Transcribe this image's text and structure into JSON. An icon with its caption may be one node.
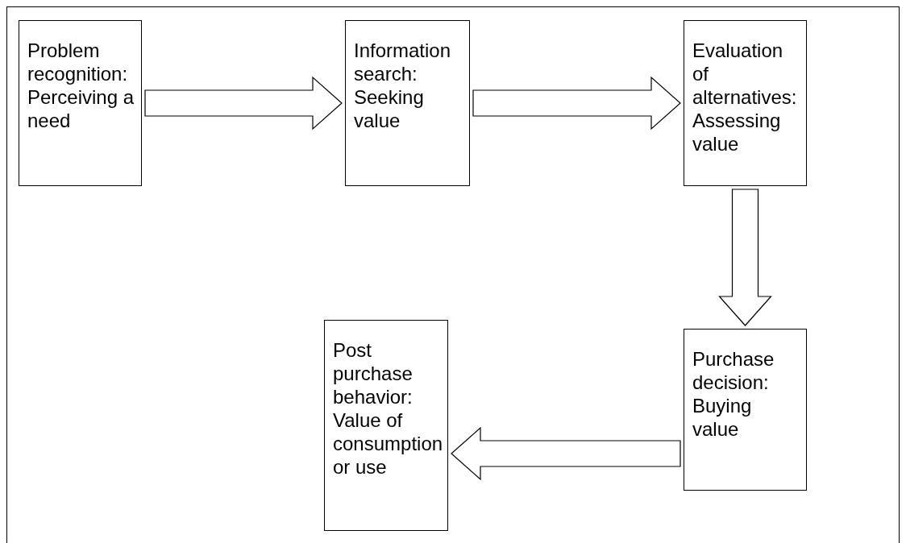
{
  "diagram": {
    "nodes": [
      {
        "text": [
          "Problem recognition: Perceiving a need"
        ]
      },
      {
        "text": [
          "Information search: Seeking value"
        ]
      },
      {
        "text": [
          "Evaluation of alternatives: Assessing value"
        ]
      },
      {
        "text": [
          "Purchase decision: Buying value"
        ]
      },
      {
        "text": [
          "Post purchase behavior: Value of consumption or use"
        ]
      }
    ],
    "edges": [
      {
        "from": 0,
        "to": 1,
        "arrow": "to"
      },
      {
        "from": 1,
        "to": 2,
        "arrow": "to"
      },
      {
        "from": 2,
        "to": 3,
        "arrow": "to"
      },
      {
        "from": 3,
        "to": 4,
        "arrow": "to"
      }
    ]
  }
}
